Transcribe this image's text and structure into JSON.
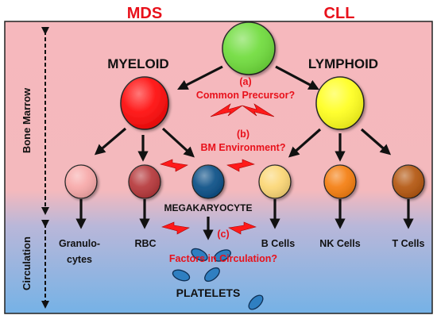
{
  "headers": {
    "left": "MDS",
    "right": "CLL"
  },
  "lineages": {
    "myeloid": "MYELOID",
    "lymphoid": "LYMPHOID"
  },
  "hypotheses": {
    "a_tag": "(a)",
    "a_text": "Common Precursor?",
    "b_tag": "(b)",
    "b_text": "BM Environment?",
    "c_tag": "(c)",
    "c_text": "Factors in Circulation?"
  },
  "regions": {
    "bone_marrow": "Bone Marrow",
    "circulation": "Circulation"
  },
  "cells": {
    "megakaryocyte": "MEGAKARYOCYTE",
    "granulocytes_1": "Granulo-",
    "granulocytes_2": "cytes",
    "rbc": "RBC",
    "b_cells": "B Cells",
    "nk_cells": "NK Cells",
    "t_cells": "T Cells",
    "platelets": "PLATELETS"
  },
  "colors": {
    "stem": "#6fdc3c",
    "myeloid": "#ff0a0a",
    "lymphoid": "#ffff1e",
    "granulocyte": "#f7a8a8",
    "rbc": "#b5373a",
    "megakaryocyte": "#0b4f86",
    "b_cell": "#fbd674",
    "nk_cell": "#f47d0f",
    "t_cell": "#b3560f",
    "platelet": "#2f7fc1",
    "bolt": "#ff1a1a",
    "header": "#e8111b"
  }
}
